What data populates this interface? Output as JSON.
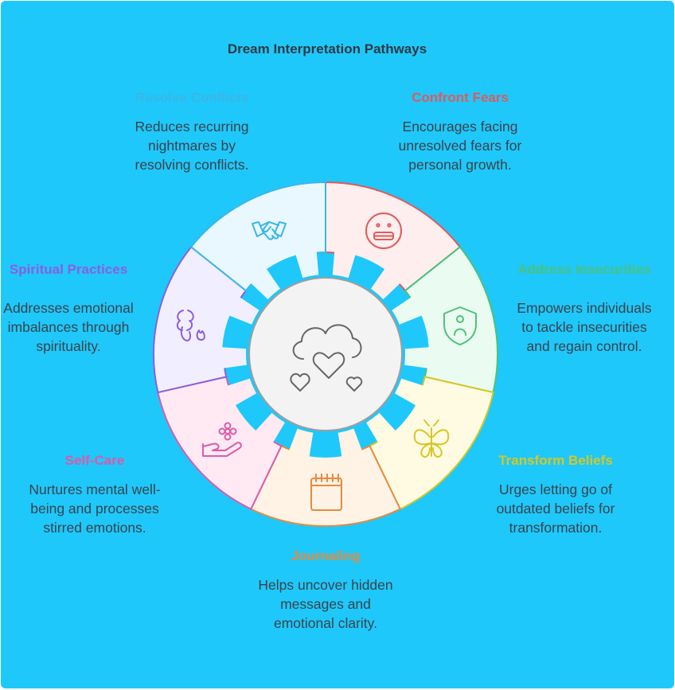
{
  "title": "Dream Interpretation Pathways",
  "colors": {
    "background": "#1ec8fb",
    "center_fill": "#f3f3f3",
    "center_stroke": "#9e9e9e"
  },
  "center_icon": "cloud-with-hearts-icon",
  "segments": [
    {
      "id": "confront-fears",
      "heading": "Confront Fears",
      "description": "Encourages facing unresolved fears for personal growth.",
      "icon": "face-icon",
      "color": "#e05a5a",
      "fill": "#ffeeee"
    },
    {
      "id": "address-insecurities",
      "heading": "Address Insecurities",
      "description": "Empowers individuals to tackle insecurities and regain control.",
      "icon": "shield-person-icon",
      "color": "#4cc27a",
      "fill": "#eafcf1"
    },
    {
      "id": "transform-beliefs",
      "heading": "Transform Beliefs",
      "description": "Urges letting go of outdated beliefs for transformation.",
      "icon": "butterfly-icon",
      "color": "#d6c723",
      "fill": "#fffbe3"
    },
    {
      "id": "journaling",
      "heading": "Journaling",
      "description": "Helps uncover hidden messages and emotional clarity.",
      "icon": "notepad-icon",
      "color": "#e88a3d",
      "fill": "#fff3e6"
    },
    {
      "id": "self-care",
      "heading": "Self-Care",
      "description": "Nurtures mental well-being and processes stirred emotions.",
      "icon": "hand-flower-icon",
      "color": "#dd5aa8",
      "fill": "#ffeaf4"
    },
    {
      "id": "spiritual-practices",
      "heading": "Spiritual Practices",
      "description": "Addresses emotional imbalances through spirituality.",
      "icon": "hands-flame-icon",
      "color": "#8a5fe0",
      "fill": "#f1efff"
    },
    {
      "id": "resolve-conflicts",
      "heading": "Resolve Conflicts",
      "description": "Reduces recurring nightmares by resolving conflicts.",
      "icon": "handshake-icon",
      "color": "#3bb6e8",
      "fill": "#e9f8ff"
    }
  ]
}
